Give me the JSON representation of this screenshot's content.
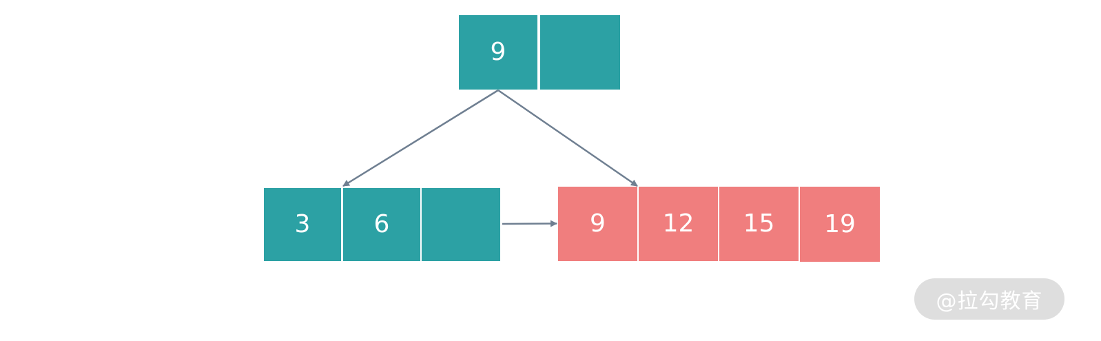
{
  "colors": {
    "internal_node": "#2ca1a4",
    "leaf_node": "#f07e7e",
    "arrow": "#6f7f91",
    "text": "#ffffff"
  },
  "root_node": {
    "keys": [
      "9",
      ""
    ]
  },
  "left_node": {
    "keys": [
      "3",
      "6",
      ""
    ]
  },
  "right_node": {
    "keys": [
      "9",
      "12",
      "15",
      "19"
    ]
  },
  "watermark": {
    "text": "@拉勾教育"
  }
}
